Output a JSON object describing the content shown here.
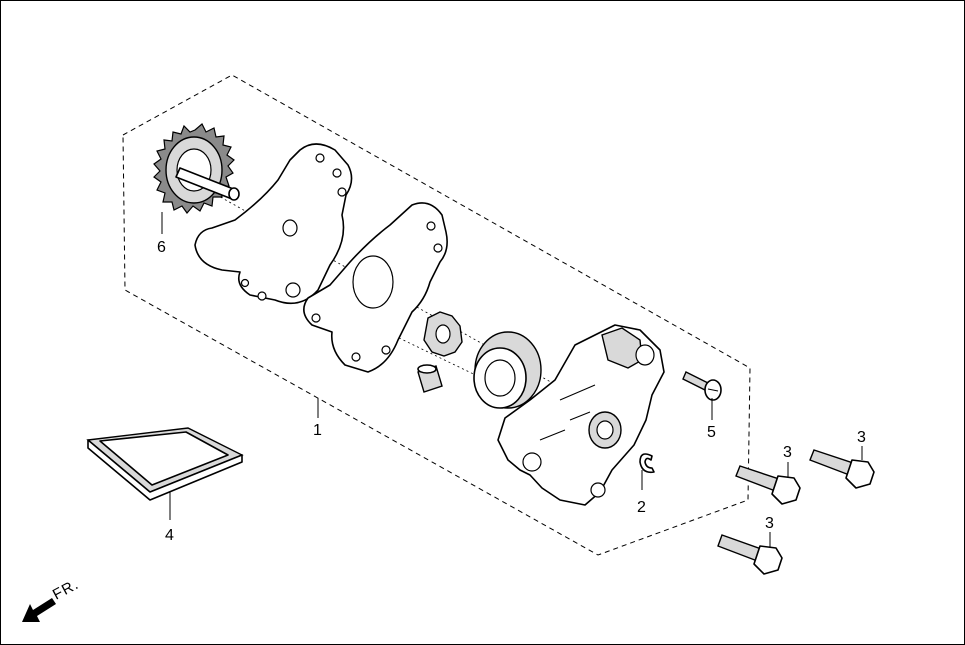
{
  "diagram": {
    "callouts": [
      {
        "id": "c1",
        "label": "1"
      },
      {
        "id": "c2",
        "label": "2"
      },
      {
        "id": "c3a",
        "label": "3"
      },
      {
        "id": "c3b",
        "label": "3"
      },
      {
        "id": "c3c",
        "label": "3"
      },
      {
        "id": "c4",
        "label": "4"
      },
      {
        "id": "c5",
        "label": "5"
      },
      {
        "id": "c6",
        "label": "6"
      }
    ],
    "direction_label": "FR."
  }
}
